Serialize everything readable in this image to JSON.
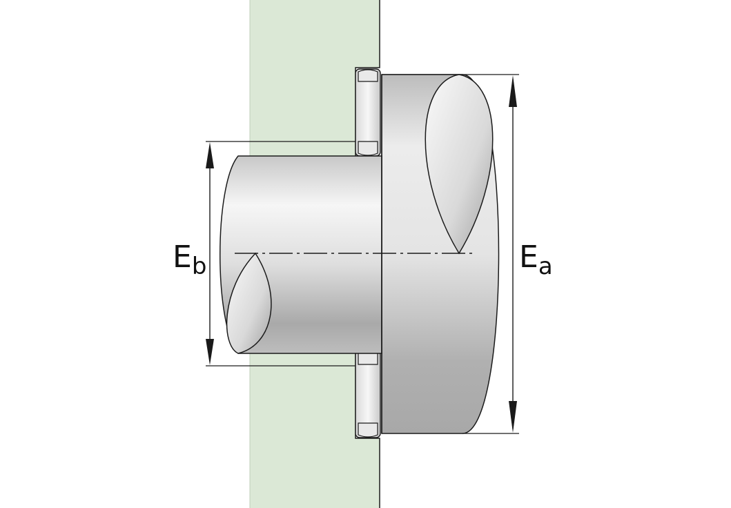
{
  "labels": {
    "eb_main": "E",
    "eb_sub": "b",
    "ea_main": "E",
    "ea_sub": "a"
  },
  "colors": {
    "housing": "#dbe8d6",
    "outline": "#1a1a1a",
    "steel_light": "#f4f4f4",
    "steel_dark": "#9a9a9a",
    "background": "#ffffff"
  }
}
